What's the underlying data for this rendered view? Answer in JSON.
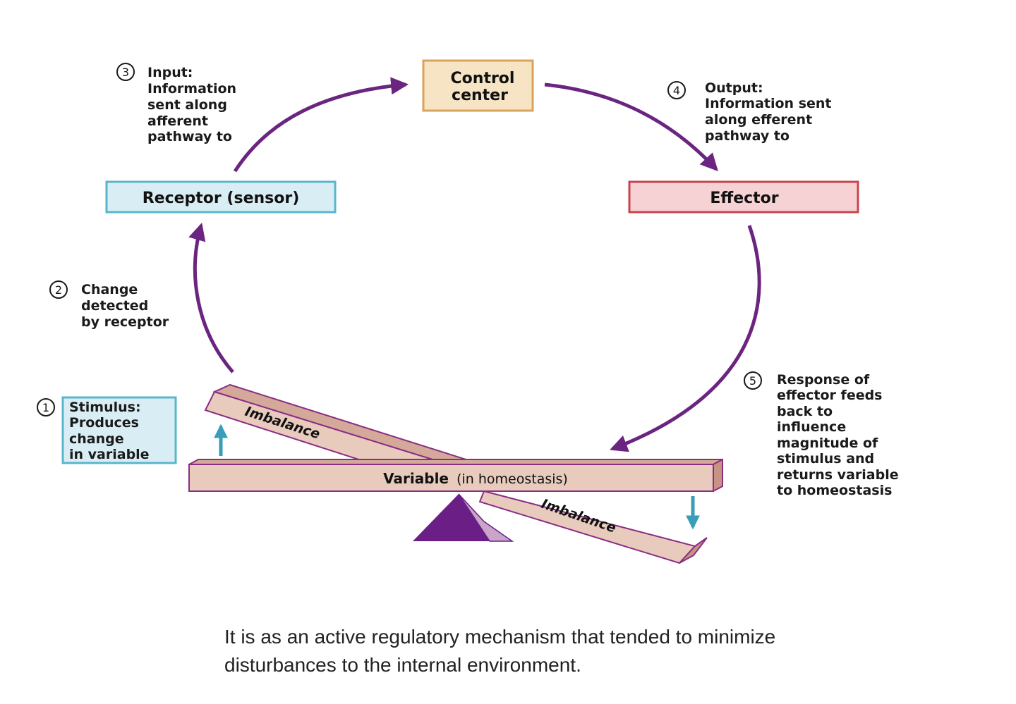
{
  "diagram": {
    "control_center": [
      "Control",
      "center"
    ],
    "receptor": "Receptor (sensor)",
    "effector": "Effector",
    "steps": {
      "input": {
        "number": "3",
        "lines": [
          "Input:",
          "Information",
          "sent along",
          "afferent",
          "pathway to"
        ]
      },
      "output": {
        "number": "4",
        "lines": [
          "Output:",
          "Information sent",
          "along efferent",
          "pathway to"
        ]
      },
      "change": {
        "number": "2",
        "lines": [
          "Change",
          "detected",
          "by receptor"
        ]
      },
      "stimulus": {
        "number": "1",
        "lines": [
          "Stimulus:",
          "Produces",
          "change",
          "in variable"
        ]
      },
      "response": {
        "number": "5",
        "lines": [
          "Response of",
          "effector feeds",
          "back to",
          "influence",
          "magnitude of",
          "stimulus and",
          "returns variable",
          "to homeostasis"
        ]
      }
    },
    "variable": {
      "label": "Variable",
      "qualifier": "(in homeostasis)"
    },
    "imbalance_upper": "Imbalance",
    "imbalance_lower": "Imbalance",
    "colors": {
      "arrow": "#6b2580",
      "fulcrum": "#6b1f86",
      "beam_fill": "#e8cbbd",
      "beam_edge": "#8a2e84",
      "control_fill": "#f6e4c4",
      "control_border": "#d9a35a",
      "receptor_fill": "#d9eef4",
      "receptor_border": "#5ab5cc",
      "effector_fill": "#f7d2d4",
      "effector_border": "#c8434e",
      "teal_arrow": "#3a9db7"
    }
  },
  "caption": [
    "It is as an active regulatory mechanism that tended to minimize",
    "disturbances to the internal environment."
  ]
}
